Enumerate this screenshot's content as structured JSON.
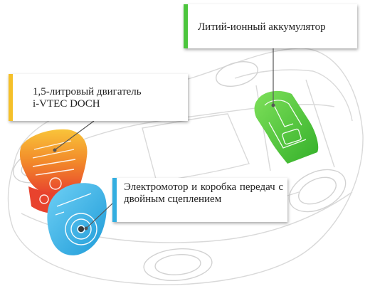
{
  "callouts": {
    "battery": {
      "label": "Литий-ионный аккумулятор",
      "accent": "#4cc63d"
    },
    "engine": {
      "label_line1": "1,5-литровый двигатель",
      "label_line2": "i-VTEC DOCH",
      "accent": "#f5c02a"
    },
    "motor": {
      "label": "Электромотор и коробка передач с двойным сцеплением",
      "accent": "#33aee0"
    }
  },
  "components": {
    "battery_color": "#4ccb32",
    "engine_colors": [
      "#f7b02a",
      "#f07a2a",
      "#e8432e"
    ],
    "motor_color": "#33b5e8"
  }
}
